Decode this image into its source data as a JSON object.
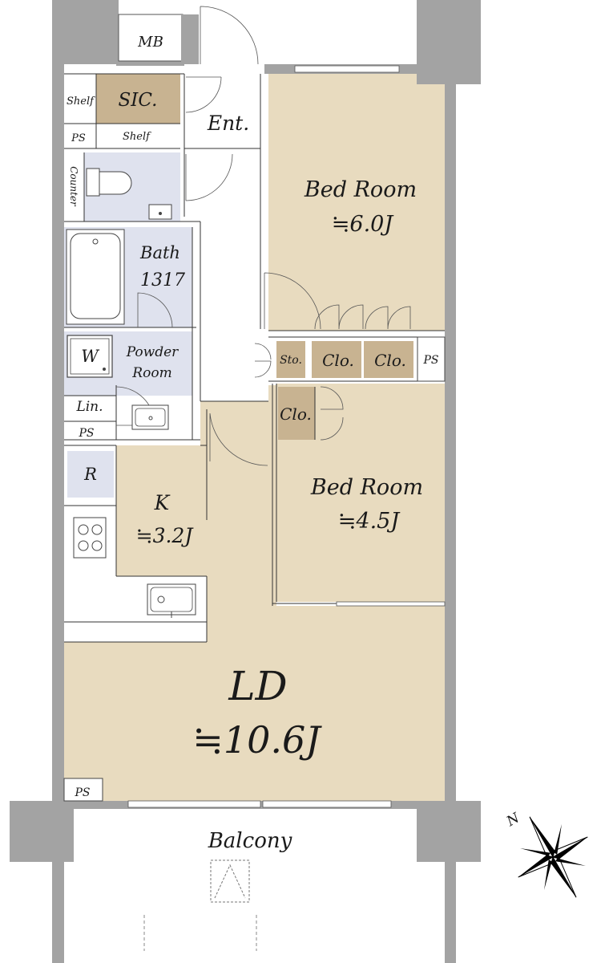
{
  "colors": {
    "wall": "#a3a3a3",
    "tan_room": "#e8dbbf",
    "storage": "#c8b391",
    "wet_area": "#dfe2ee",
    "white": "#ffffff"
  },
  "rooms": {
    "mb": "MB",
    "sic": "SIC.",
    "shelf_left": "Shelf",
    "shelf_bottom": "Shelf",
    "entrance": "Ent.",
    "ps_top": "PS",
    "counter": "Counter",
    "bath_name": "Bath",
    "bath_size": "1317",
    "washer": "W",
    "powder_name": "Powder",
    "powder_name2": "Room",
    "linen": "Lin.",
    "ps_mid": "PS",
    "refrigerator": "R",
    "kitchen_name": "K",
    "kitchen_size": "≒3.2J",
    "bed1_name": "Bed Room",
    "bed1_size": "≒6.0J",
    "sto": "Sto.",
    "clo1": "Clo.",
    "clo2": "Clo.",
    "ps_right": "PS",
    "clo3": "Clo.",
    "bed2_name": "Bed Room",
    "bed2_size": "≒4.5J",
    "ld_name": "LD",
    "ld_size": "≒10.6J",
    "ps_bottom": "PS",
    "balcony": "Balcony"
  },
  "compass": {
    "north": "N",
    "icon": "compass-rose-icon"
  }
}
